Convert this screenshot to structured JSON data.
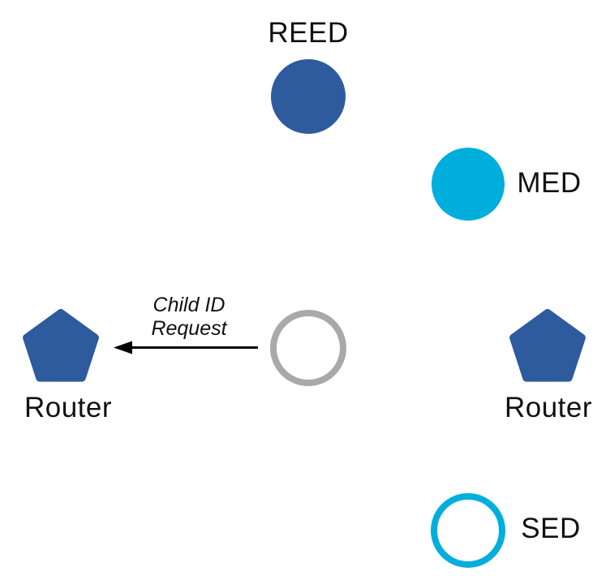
{
  "colors": {
    "router_blue": "#2E5A9E",
    "device_cyan": "#00AEDC",
    "joiner_gray": "#A9A9A9",
    "arrow_black": "#000000",
    "label_black": "#111111",
    "background": "#FFFFFF"
  },
  "nodes": {
    "reed": {
      "label": "REED"
    },
    "med": {
      "label": "MED"
    },
    "router_left": {
      "label": "Router"
    },
    "router_right": {
      "label": "Router"
    },
    "sed": {
      "label": "SED"
    }
  },
  "message": {
    "line1": "Child ID",
    "line2": "Request"
  }
}
